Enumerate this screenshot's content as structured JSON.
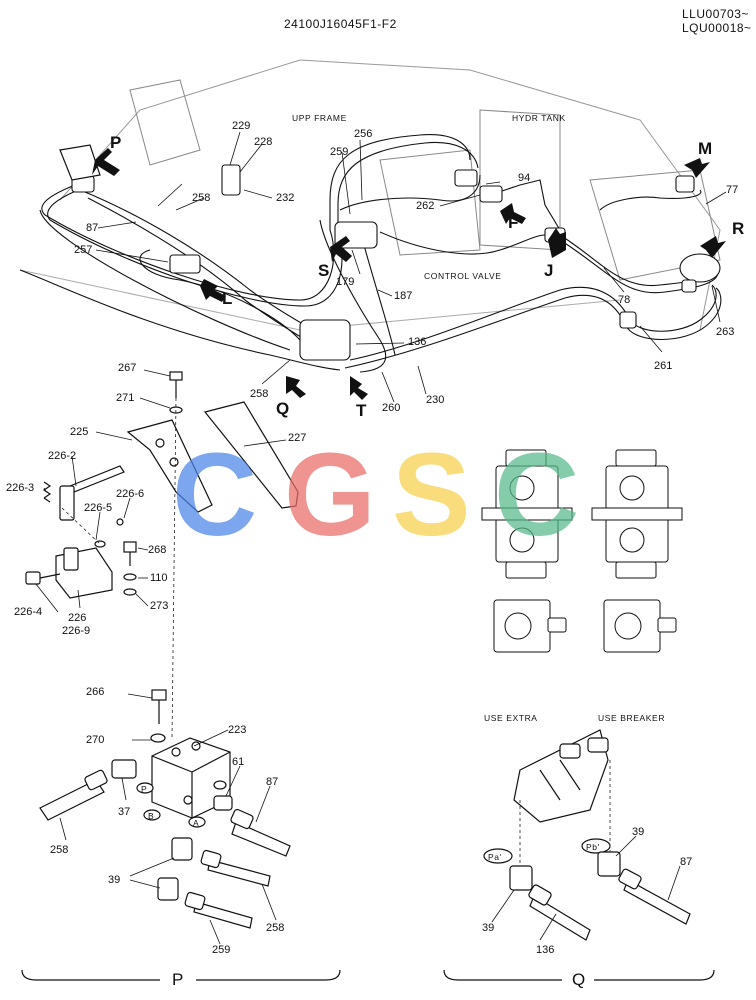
{
  "header": {
    "drawing_number": "24100J16045F1-F2",
    "serial_range_1": "LLU00703~",
    "serial_range_2": "LQU00018~"
  },
  "area_labels": {
    "upp_frame": "UPP FRAME",
    "hydr_tank": "HYDR TANK",
    "control_valve": "CONTROL VALVE"
  },
  "view_letters": [
    "P",
    "L",
    "S",
    "F",
    "J",
    "M",
    "R",
    "Q",
    "T"
  ],
  "part_numbers": {
    "top": [
      "229",
      "228",
      "232",
      "256",
      "259",
      "94",
      "262",
      "77",
      "87",
      "258",
      "257",
      "179",
      "187",
      "136",
      "78",
      "263",
      "261",
      "258",
      "260",
      "230"
    ],
    "detail_p": [
      "267",
      "271",
      "225",
      "227",
      "226-2",
      "226-3",
      "226-6",
      "226-5",
      "268",
      "110",
      "226-4",
      "226",
      "226-9",
      "273",
      "266",
      "223",
      "270",
      "61",
      "87",
      "37",
      "258",
      "39",
      "258",
      "259"
    ],
    "detail_q": [
      "39",
      "87",
      "39",
      "136"
    ]
  },
  "port_marks": [
    "P",
    "B",
    "A",
    "Pa'",
    "Pb'"
  ],
  "option_labels": {
    "use_extra": "USE EXTRA",
    "use_breaker": "USE BREAKER"
  },
  "sections": {
    "p": "P",
    "q": "Q"
  },
  "watermark": {
    "letters": [
      "C",
      "G",
      "S",
      "C"
    ],
    "colors": [
      "#4a86e8",
      "#ea6b66",
      "#f7cf4a",
      "#57bb8a"
    ]
  }
}
